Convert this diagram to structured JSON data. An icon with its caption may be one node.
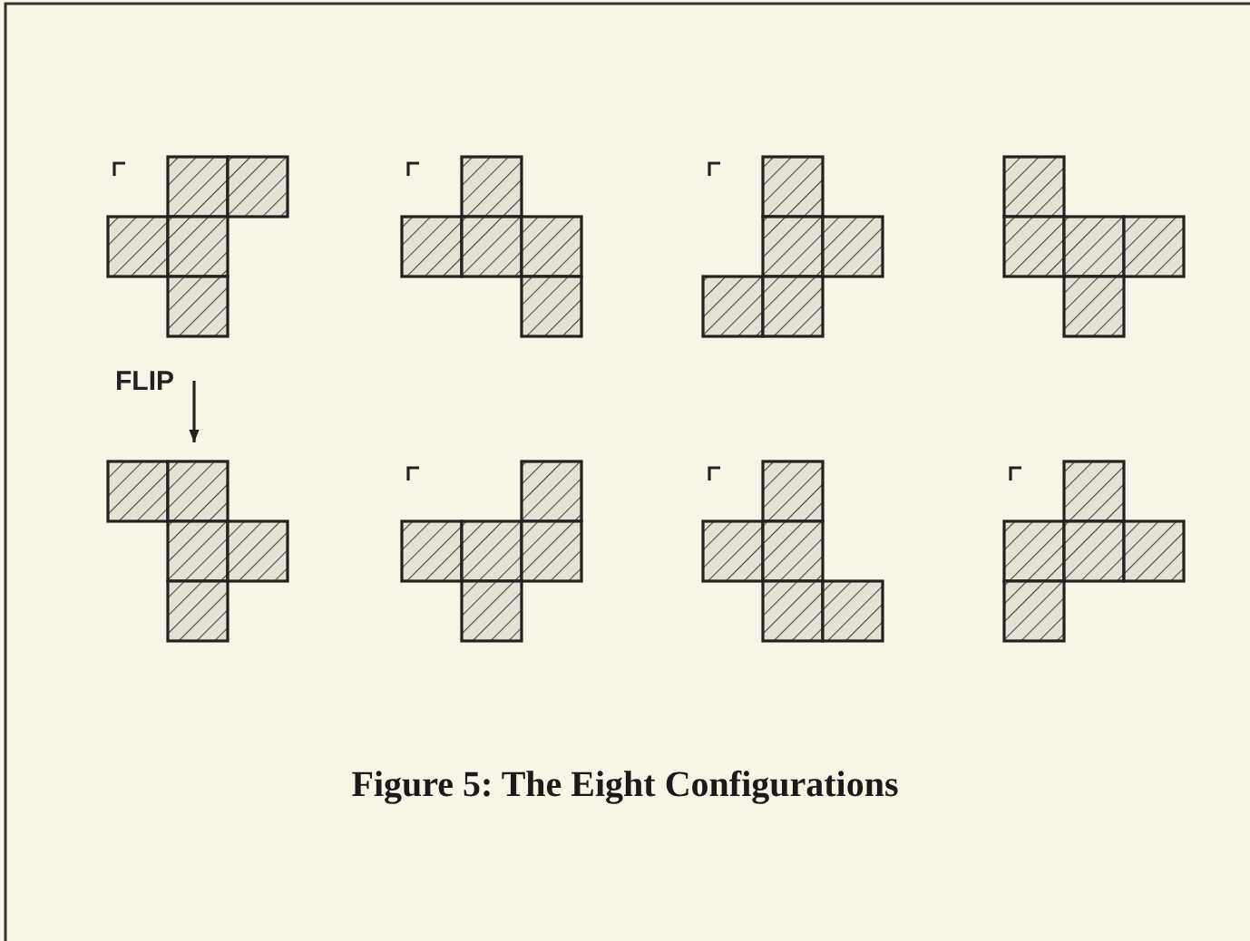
{
  "diagram": {
    "caption": "Figure 5: The Eight Configurations",
    "nodes": [
      {
        "text": [],
        "shape": "box"
      },
      {
        "text": [],
        "shape": "box"
      },
      {
        "text": [],
        "shape": "box"
      },
      {
        "text": [],
        "shape": "box"
      },
      {
        "text": [],
        "shape": "box"
      },
      {
        "text": [],
        "shape": "box"
      },
      {
        "text": [],
        "shape": "box"
      },
      {
        "text": [],
        "shape": "box"
      }
    ],
    "edges": [
      {
        "from": 0,
        "to": 4,
        "arrow": "to",
        "label": "FLIP"
      }
    ]
  }
}
